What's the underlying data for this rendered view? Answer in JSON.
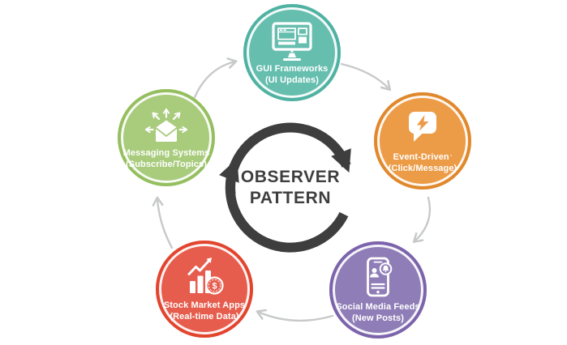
{
  "center": {
    "title_line1": "OBSERVER",
    "title_line2": "PATTERN",
    "symbol": "clockwise-cycle-arrows",
    "color": "#3E3E3E"
  },
  "colors": {
    "background": "#FFFFFF",
    "connector": "#C7CAC9",
    "node_text": "#FFFFFF"
  },
  "nodes": [
    {
      "id": "gui-frameworks",
      "position": "top",
      "label": "GUI Frameworks",
      "sublabel": "(UI Updates)",
      "icon": "monitor-icon",
      "fill": "#66BEAF",
      "ring": "#4FB2A2"
    },
    {
      "id": "event-driven",
      "position": "right",
      "label": "Event-Driven",
      "label_suffix": "▫",
      "sublabel": "(Click/Message)",
      "icon": "chat-lightning-icon",
      "fill": "#EC9B46",
      "ring": "#E0882C"
    },
    {
      "id": "social-media-feeds",
      "position": "bottom-right",
      "label": "Social Media Feeds",
      "sublabel": "(New Posts)",
      "icon": "phone-notification-icon",
      "fill": "#8F7DB7",
      "ring": "#7C64AC"
    },
    {
      "id": "stock-market-apps",
      "position": "bottom-left",
      "label": "Stock Market Apps",
      "sublabel": "(Real-time Data)",
      "icon": "stock-chart-icon",
      "fill": "#E65C4D",
      "ring": "#E2452E"
    },
    {
      "id": "messaging-systems",
      "position": "left",
      "label": "Messaging Systems",
      "sublabel": "(Subscribe/Topics)",
      "icon": "broadcast-envelope-icon",
      "fill": "#A8CB7C",
      "ring": "#95BF5F"
    }
  ],
  "connections": [
    {
      "from": "gui-frameworks",
      "to": "event-driven"
    },
    {
      "from": "event-driven",
      "to": "social-media-feeds"
    },
    {
      "from": "social-media-feeds",
      "to": "stock-market-apps"
    },
    {
      "from": "stock-market-apps",
      "to": "messaging-systems"
    },
    {
      "from": "messaging-systems",
      "to": "gui-frameworks"
    }
  ]
}
